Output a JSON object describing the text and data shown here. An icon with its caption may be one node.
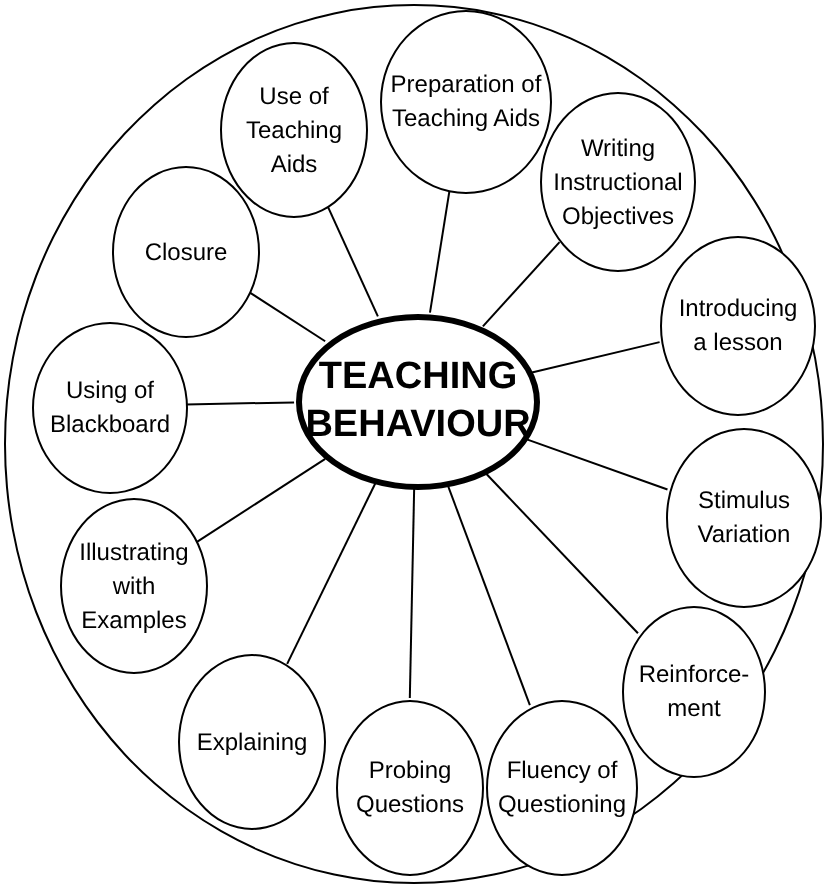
{
  "diagram": {
    "nodes": [
      {
        "text": [],
        "shape": "circle"
      },
      {
        "text": [
          "TEACHING BEHAVIOUR"
        ],
        "in": 0
      },
      {
        "text": [
          "Use of Teaching Aids"
        ],
        "in": 0
      },
      {
        "text": [
          "Preparation of Teaching Aids"
        ],
        "in": 0
      },
      {
        "text": [
          "Writing Instructional Objectives"
        ],
        "in": 0
      },
      {
        "text": [
          "Introducing a lesson"
        ],
        "in": 0
      },
      {
        "text": [
          "Stimulus Variation"
        ],
        "in": 0
      },
      {
        "text": [
          "Reinforce-ment"
        ],
        "in": 0
      },
      {
        "text": [
          "Fluency of Questioning"
        ],
        "in": 0
      },
      {
        "text": [
          "Probing Questions"
        ],
        "in": 0
      },
      {
        "text": [
          "Explaining"
        ],
        "in": 0
      },
      {
        "text": [
          "Illustrating with Examples"
        ],
        "in": 0
      },
      {
        "text": [
          "Using of Blackboard"
        ],
        "in": 0
      },
      {
        "text": [
          "Closure"
        ],
        "in": 0
      }
    ],
    "edges": [
      {
        "from": 1,
        "to": 2,
        "arrow": "none"
      },
      {
        "from": 1,
        "to": 3,
        "arrow": "none"
      },
      {
        "from": 1,
        "to": 4,
        "arrow": "none"
      },
      {
        "from": 1,
        "to": 5,
        "arrow": "none"
      },
      {
        "from": 1,
        "to": 6,
        "arrow": "none"
      },
      {
        "from": 1,
        "to": 7,
        "arrow": "none"
      },
      {
        "from": 1,
        "to": 8,
        "arrow": "none"
      },
      {
        "from": 1,
        "to": 9,
        "arrow": "none"
      },
      {
        "from": 1,
        "to": 10,
        "arrow": "none"
      },
      {
        "from": 1,
        "to": 11,
        "arrow": "none"
      },
      {
        "from": 1,
        "to": 12,
        "arrow": "none"
      },
      {
        "from": 1,
        "to": 13,
        "arrow": "none"
      }
    ]
  }
}
